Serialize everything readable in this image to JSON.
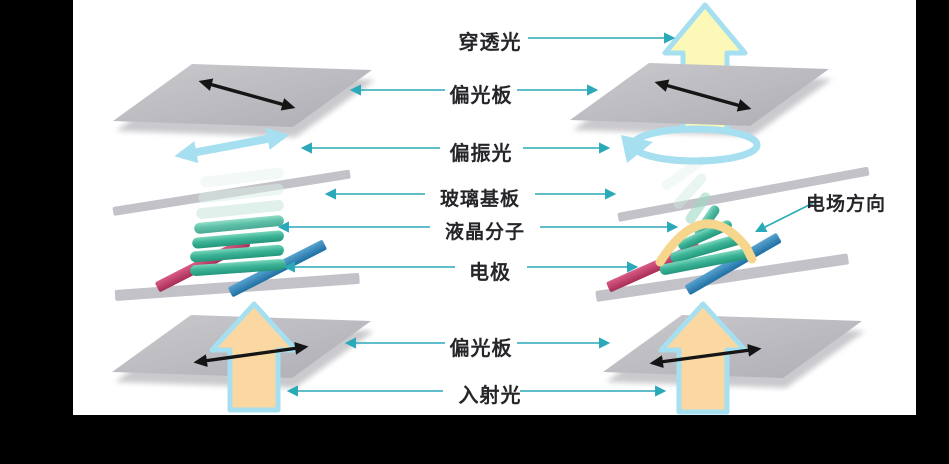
{
  "figure": {
    "description_labels_visible_only": true,
    "callouts": {
      "transmitted_light": "穿透光",
      "polarizer_top": "偏光板",
      "polarized_light": "偏振光",
      "glass_substrate": "玻璃基板",
      "lc_molecule": "液晶分子",
      "electrode": "电极",
      "polarizer_bottom": "偏光板",
      "incident_light": "入射光",
      "field_direction": "电场方向"
    },
    "colors": {
      "background": "#000000",
      "panel_bg": "#ffffff",
      "callout_teal": "#2aa9b9",
      "label_text": "#26262a",
      "plate_gray": "#b9b9bf",
      "substrate_gray": "#c2c2c8",
      "molecule_teal": "#35ab8e",
      "molecule_pale": "#d9ede5",
      "electrode_red": "#c23b68",
      "electrode_blue": "#2d84bb",
      "incident_light_fill": "#fbd8a2",
      "transmitted_light_fill": "#fcf8b8",
      "light_outline_blue": "#a5dff0",
      "field_arc_yellow": "#f6d58d",
      "polarization_arrow_black": "#151515"
    }
  }
}
